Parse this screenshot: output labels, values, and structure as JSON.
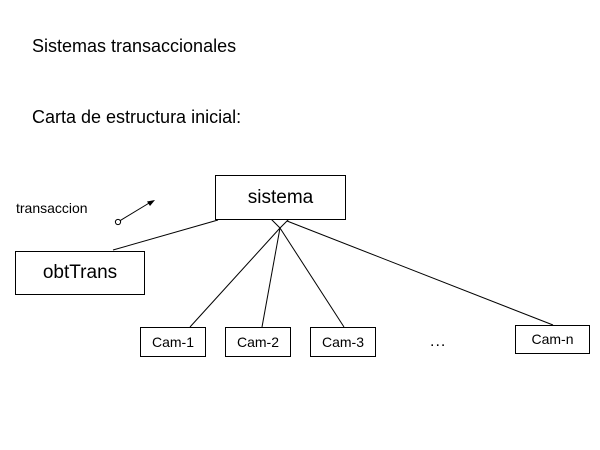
{
  "title": "Sistemas transaccionales",
  "subtitle": "Carta de estructura inicial:",
  "couple": {
    "label": "transaccion"
  },
  "modules": {
    "root": "sistema",
    "input": "obtTrans",
    "children": [
      "Cam-1",
      "Cam-2",
      "Cam-3"
    ],
    "ellipsis": "...",
    "last": "Cam-n"
  },
  "colors": {
    "line": "#000000",
    "background": "#ffffff"
  }
}
